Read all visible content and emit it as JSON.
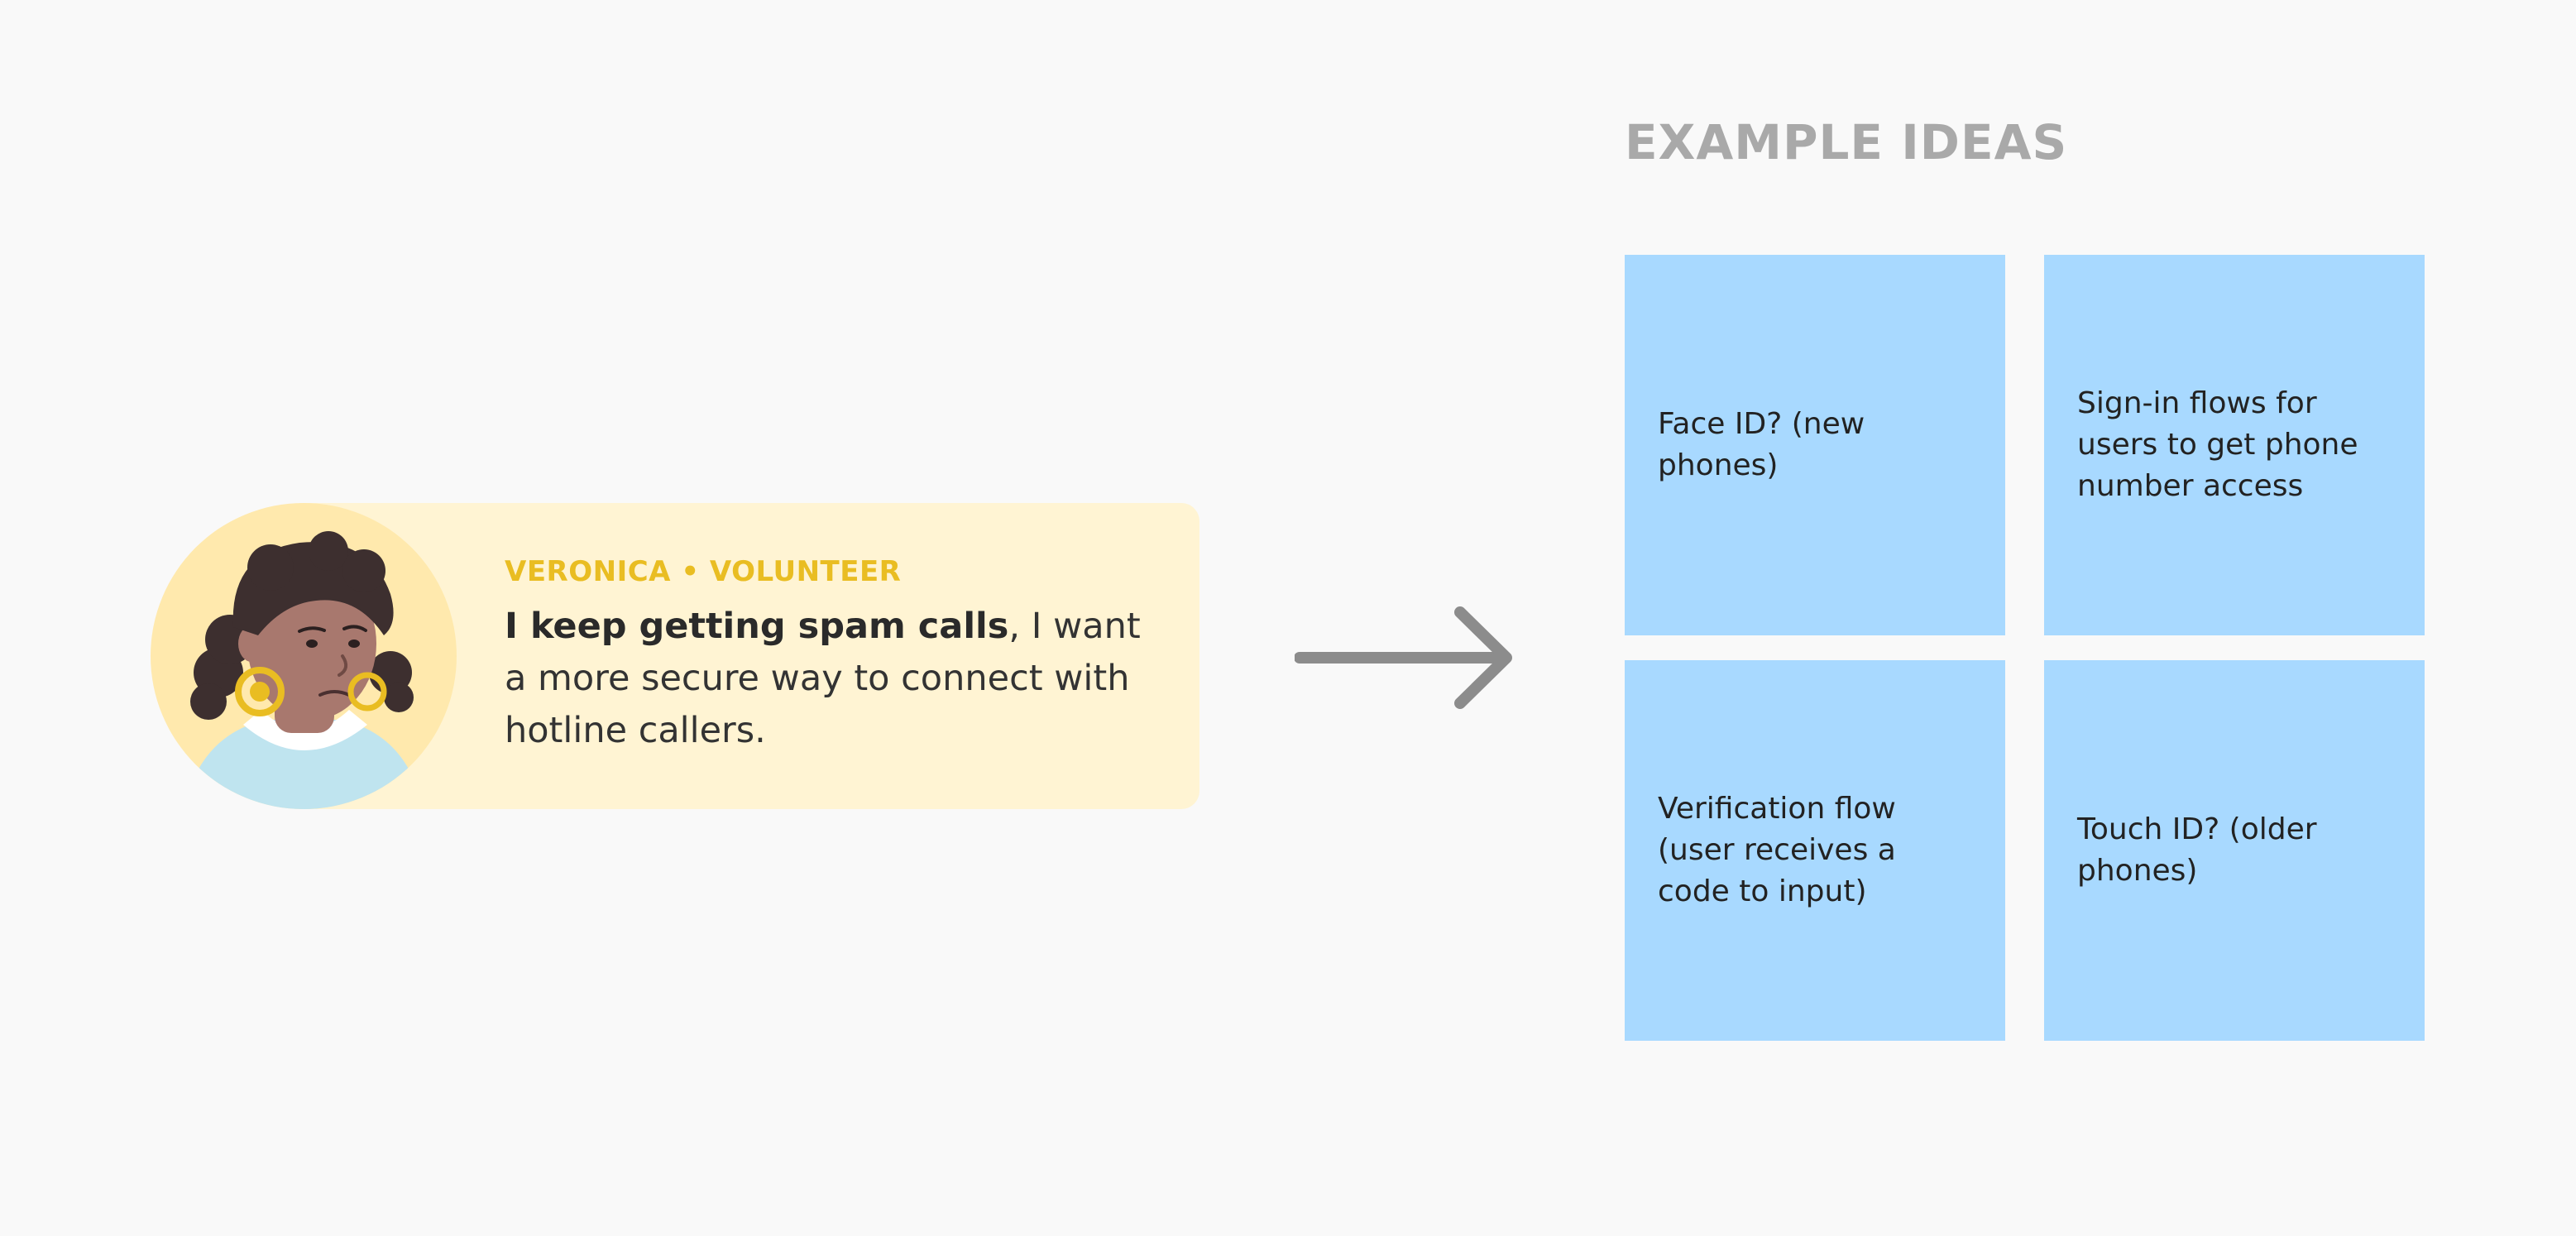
{
  "persona": {
    "role": "VERONICA • VOLUNTEER",
    "quote_bold": "I keep getting spam calls",
    "quote_rest": ", I want a more secure way to connect with hotline callers.",
    "avatar_icon": "woman-avatar-icon"
  },
  "arrow_icon": "arrow-right-icon",
  "ideas": {
    "title": "EXAMPLE IDEAS",
    "notes": [
      {
        "text": "Face ID? (new phones)"
      },
      {
        "text": "Sign-in flows for users to get phone number access"
      },
      {
        "text": "Verification flow (user receives a code to input)"
      },
      {
        "text": "Touch ID? (older phones)"
      }
    ]
  },
  "colors": {
    "background": "#f9f9f9",
    "persona_banner": "#fff4d3",
    "persona_accent": "#e9bd22",
    "sticky_note": "#a8d9ff",
    "arrow": "#8c8c8c",
    "title": "#a9a9a9"
  }
}
